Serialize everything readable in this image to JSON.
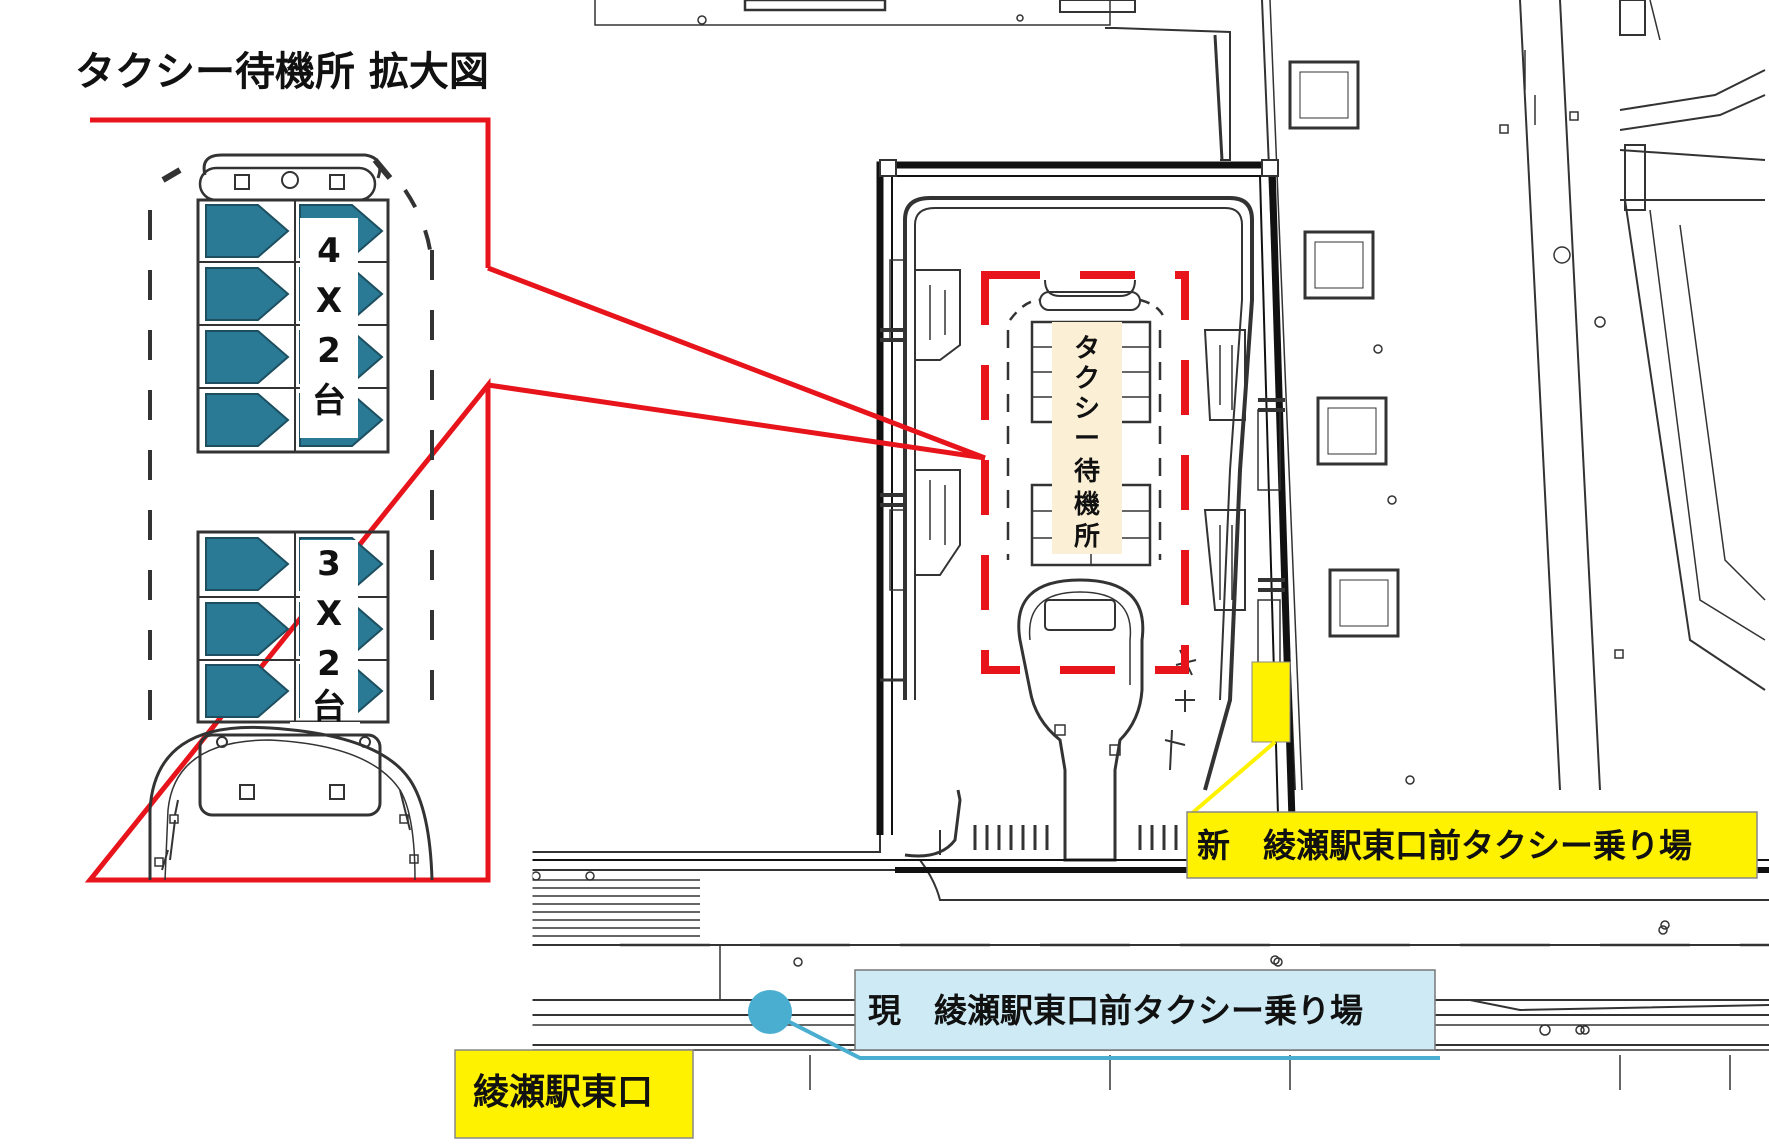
{
  "title": "タクシー待機所 拡大図",
  "zoom_panel": {
    "upper_label": [
      "4",
      "X",
      "2",
      "台"
    ],
    "lower_label": [
      "3",
      "X",
      "2",
      "台"
    ]
  },
  "waiting_area_label": [
    "タ",
    "ク",
    "シ",
    "ー",
    "待",
    "機",
    "所"
  ],
  "new_stand_label": "新　綾瀬駅東口前タクシー乗り場",
  "current_stand_label": "現　綾瀬駅東口前タクシー乗り場",
  "station_exit_label": "綾瀬駅東口",
  "colors": {
    "red": "#e8141b",
    "teal": "#2a7a96",
    "yellow": "#fff200",
    "light_blue": "#cdeaf5",
    "light_blue_line": "#4aaed0",
    "cream": "#fbefd5",
    "line": "#222222"
  }
}
